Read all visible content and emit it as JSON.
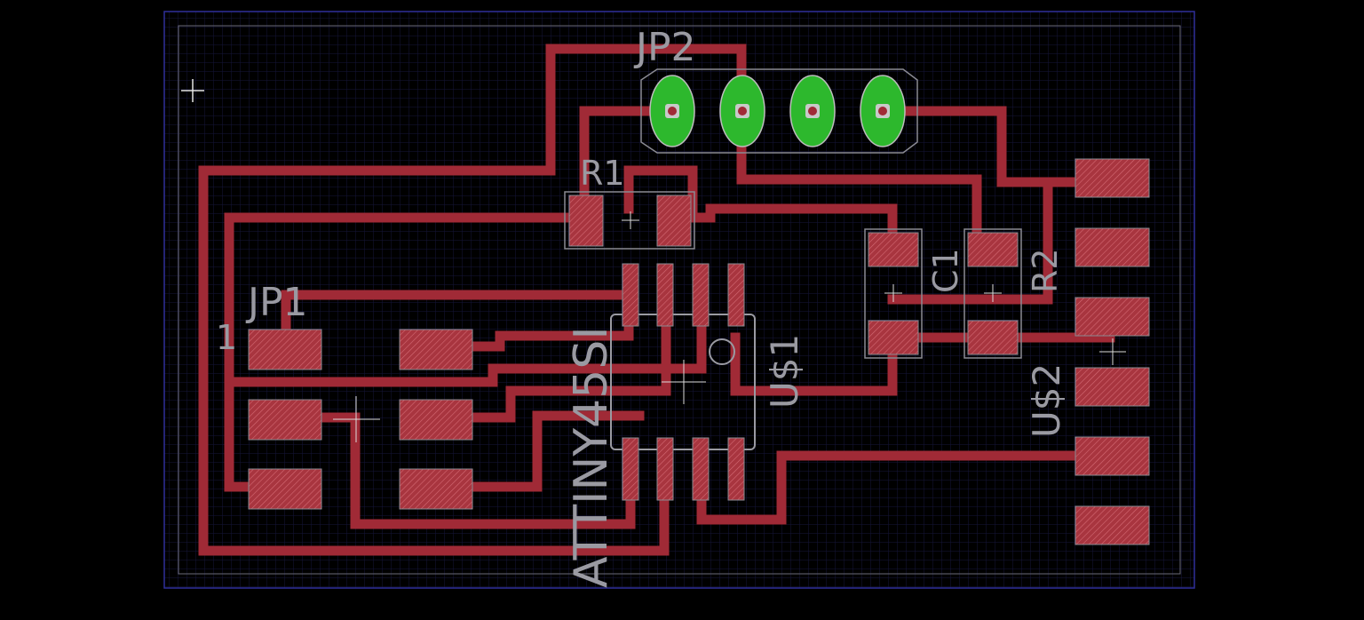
{
  "colors": {
    "background": "#000000",
    "grid": "#16163a",
    "board_outline": "#2f2f9a",
    "trace": "#a02a36",
    "pad": "#b33f4a",
    "thru_hole": "#2db82d",
    "label": "#9a9aa2"
  },
  "labels": {
    "jp2": "JP2",
    "r1": "R1",
    "jp1": "JP1",
    "pin1": "1",
    "c1": "C1",
    "r2": "R2",
    "us1": "U$1",
    "us2": "U$2",
    "attiny": "ATTINY45SI"
  },
  "icons": {
    "origin": "crosshair-icon"
  }
}
